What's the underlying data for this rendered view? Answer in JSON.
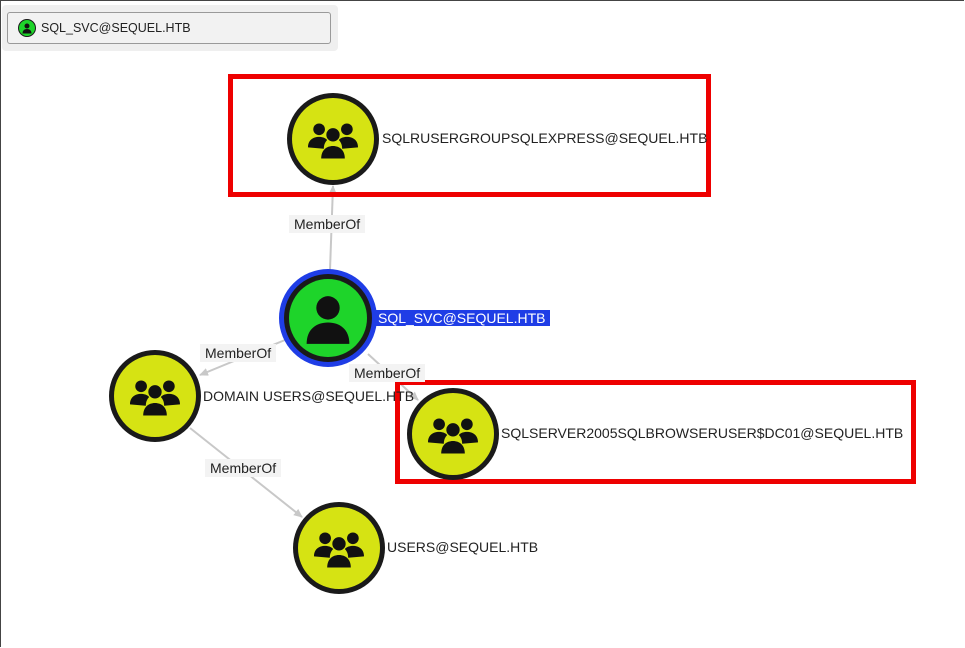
{
  "search": {
    "value": "SQL_SVC@SEQUEL.HTB",
    "icon": "user-icon"
  },
  "nodes": {
    "sql_svc": {
      "label": "SQL_SVC@SEQUEL.HTB",
      "type": "user",
      "selected": true
    },
    "sqlusergroup": {
      "label": "SQLRUSERGROUPSQLEXPRESS@SEQUEL.HTB",
      "type": "group"
    },
    "domain_users": {
      "label": "DOMAIN USERS@SEQUEL.HTB",
      "type": "group"
    },
    "sqlbrowser": {
      "label": "SQLSERVER2005SQLBROWSERUSER$DC01@SEQUEL.HTB",
      "type": "group"
    },
    "users": {
      "label": "USERS@SEQUEL.HTB",
      "type": "group"
    }
  },
  "edges": {
    "e1": {
      "label": "MemberOf"
    },
    "e2": {
      "label": "MemberOf"
    },
    "e3": {
      "label": "MemberOf"
    },
    "e4": {
      "label": "MemberOf"
    }
  },
  "colors": {
    "user_node": "#1ed42a",
    "group_node": "#d6e313",
    "selection": "#1f3de6",
    "highlight": "#ee0000"
  }
}
